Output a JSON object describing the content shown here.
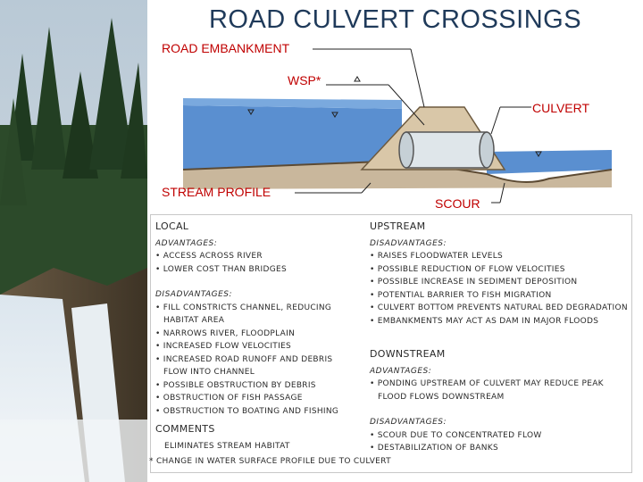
{
  "title": "ROAD CULVERT CROSSINGS",
  "diagram": {
    "road_embankment": "ROAD EMBANKMENT",
    "wsp": "WSP*",
    "culvert": "CULVERT",
    "stream_profile": "STREAM PROFILE",
    "scour": "SCOUR"
  },
  "local": {
    "heading": "LOCAL",
    "advantages_label": "ADVANTAGES:",
    "advantages": [
      "ACCESS ACROSS RIVER",
      "LOWER COST THAN BRIDGES"
    ],
    "disadvantages_label": "DISADVANTAGES:",
    "disadvantages": [
      "FILL CONSTRICTS CHANNEL, REDUCING HABITAT AREA",
      "NARROWS RIVER, FLOODPLAIN",
      "INCREASED FLOW VELOCITIES",
      "INCREASED ROAD RUNOFF AND DEBRIS FLOW INTO CHANNEL",
      "POSSIBLE OBSTRUCTION BY DEBRIS",
      "OBSTRUCTION OF FISH PASSAGE",
      "OBSTRUCTION TO BOATING AND FISHING"
    ]
  },
  "comments": {
    "heading": "COMMENTS",
    "text": "ELIMINATES STREAM HABITAT"
  },
  "upstream": {
    "heading": "UPSTREAM",
    "disadvantages_label": "DISADVANTAGES:",
    "disadvantages": [
      "RAISES FLOODWATER LEVELS",
      "POSSIBLE REDUCTION OF FLOW VELOCITIES",
      "POSSIBLE INCREASE IN SEDIMENT DEPOSITION",
      "POTENTIAL BARRIER TO FISH MIGRATION",
      "CULVERT BOTTOM PREVENTS NATURAL BED DEGRADATION",
      "EMBANKMENTS MAY ACT AS DAM IN MAJOR FLOODS"
    ]
  },
  "downstream": {
    "heading": "DOWNSTREAM",
    "advantages_label": "ADVANTAGES:",
    "advantages": [
      "PONDING UPSTREAM OF CULVERT MAY REDUCE PEAK FLOOD FLOWS DOWNSTREAM"
    ],
    "disadvantages_label": "DISADVANTAGES:",
    "disadvantages": [
      "SCOUR DUE TO CONCENTRATED FLOW",
      "DESTABILIZATION OF BANKS"
    ]
  },
  "footnote": "* CHANGE IN WATER SURFACE PROFILE DUE TO CULVERT"
}
